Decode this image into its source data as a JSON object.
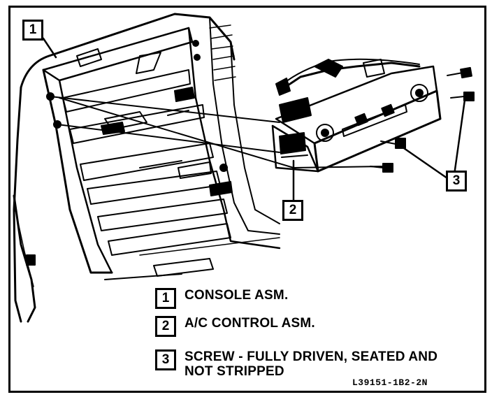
{
  "callouts": {
    "c1": "1",
    "c2": "2",
    "c3": "3"
  },
  "legend": {
    "item1": {
      "num": "1",
      "text": "CONSOLE ASM."
    },
    "item2": {
      "num": "2",
      "text": "A/C CONTROL ASM."
    },
    "item3": {
      "num": "3",
      "line1": "SCREW - FULLY DRIVEN, SEATED AND",
      "line2": "NOT STRIPPED"
    }
  },
  "figure_code": "L39151-1B2-2N"
}
